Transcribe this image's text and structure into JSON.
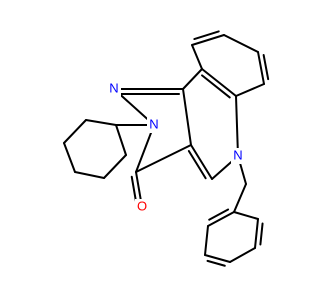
{
  "molecule": {
    "atoms": [
      {
        "symbol": "N",
        "color": "#0000ff"
      },
      {
        "symbol": "N",
        "color": "#0000ff"
      },
      {
        "symbol": "N",
        "color": "#0000ff"
      },
      {
        "symbol": "O",
        "color": "#ff0000"
      }
    ]
  },
  "colors": {
    "bond": "#000000",
    "nitrogen": "#0000ff",
    "oxygen": "#ff0000",
    "background": "#ffffff"
  }
}
